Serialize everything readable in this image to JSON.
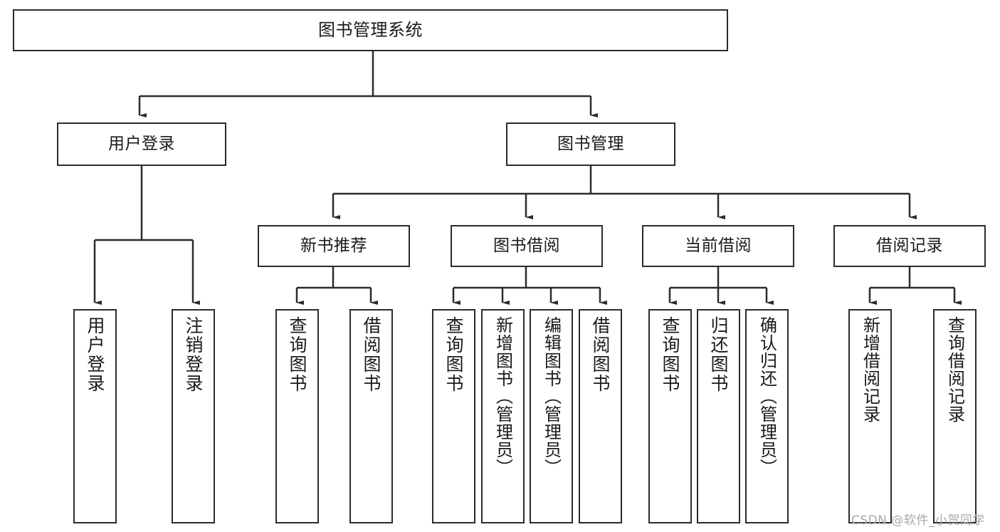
{
  "diagram": {
    "title": "图书管理系统",
    "type": "hierarchy-tree",
    "orientation": "top-down",
    "colors": {
      "background": "#ffffff",
      "box_border": "#2b2b2b",
      "box_fill": "#ffffff",
      "edge": "#2b2b2b",
      "text": "#1a1a1a",
      "watermark": "#a8a8a8"
    }
  },
  "root": {
    "label": "图书管理系统"
  },
  "level1": [
    {
      "label": "用户登录"
    },
    {
      "label": "图书管理"
    }
  ],
  "level2": [
    {
      "label": "新书推荐"
    },
    {
      "label": "图书借阅"
    },
    {
      "label": "当前借阅"
    },
    {
      "label": "借阅记录"
    }
  ],
  "leaves": {
    "user_login": [
      {
        "label": "用户登录"
      },
      {
        "label": "注销登录"
      }
    ],
    "new_book_recommend": [
      {
        "label": "查询图书"
      },
      {
        "label": "借阅图书"
      }
    ],
    "book_borrow": [
      {
        "label": "查询图书"
      },
      {
        "label": "新增图书（管理员）"
      },
      {
        "label": "编辑图书（管理员）"
      },
      {
        "label": "借阅图书"
      }
    ],
    "current_borrow": [
      {
        "label": "查询图书"
      },
      {
        "label": "归还图书"
      },
      {
        "label": "确认归还（管理员）"
      }
    ],
    "borrow_record": [
      {
        "label": "新增借阅记录"
      },
      {
        "label": "查询借阅记录"
      }
    ]
  },
  "watermark": {
    "text": "CSDN @软件_小贺同学"
  }
}
